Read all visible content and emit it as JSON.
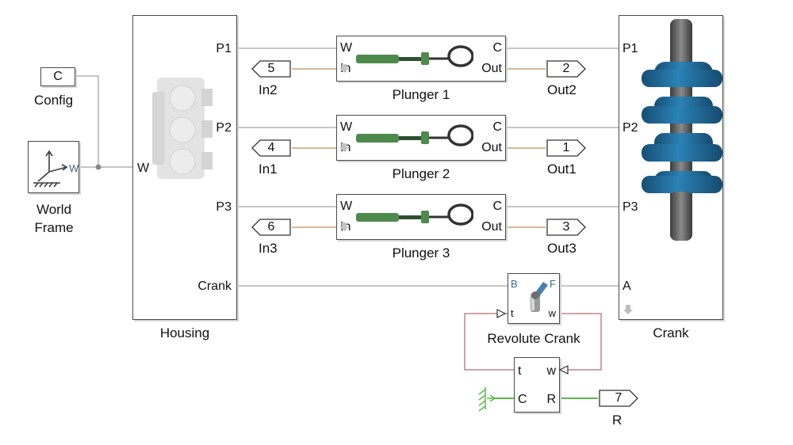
{
  "housing": {
    "name": "Housing",
    "ports": {
      "p1": "P1",
      "p2": "P2",
      "p3": "P3",
      "crank": "Crank",
      "w": "W"
    }
  },
  "crank": {
    "name": "Crank",
    "ports": {
      "p1": "P1",
      "p2": "P2",
      "p3": "P3",
      "a": "A"
    }
  },
  "config": {
    "name": "Config",
    "value": "C"
  },
  "world_frame": {
    "name": "World Frame",
    "port": "W"
  },
  "plungers": [
    {
      "name": "Plunger 1",
      "w": "W",
      "c": "C",
      "in": "In",
      "out": "Out"
    },
    {
      "name": "Plunger 2",
      "w": "W",
      "c": "C",
      "in": "In",
      "out": "Out"
    },
    {
      "name": "Plunger 3",
      "w": "W",
      "c": "C",
      "in": "In",
      "out": "Out"
    }
  ],
  "inports": [
    {
      "number": "5",
      "name": "In2"
    },
    {
      "number": "4",
      "name": "In1"
    },
    {
      "number": "6",
      "name": "In3"
    }
  ],
  "outports": [
    {
      "number": "2",
      "name": "Out2"
    },
    {
      "number": "1",
      "name": "Out1"
    },
    {
      "number": "3",
      "name": "Out3"
    },
    {
      "number": "7",
      "name": "R"
    }
  ],
  "revolute": {
    "name": "Revolute Crank",
    "b": "B",
    "f": "F",
    "t": "t",
    "w": "w"
  },
  "sensor": {
    "t": "t",
    "w": "w",
    "c": "C",
    "r": "R"
  },
  "colors": {
    "wire": "#b3b3b3",
    "signal": "#c8a46c",
    "physical": "#5aba4a",
    "feedback": "#c08686",
    "plunger_green": "#4e8a4c",
    "crank_blue": "#1f6f9f"
  }
}
